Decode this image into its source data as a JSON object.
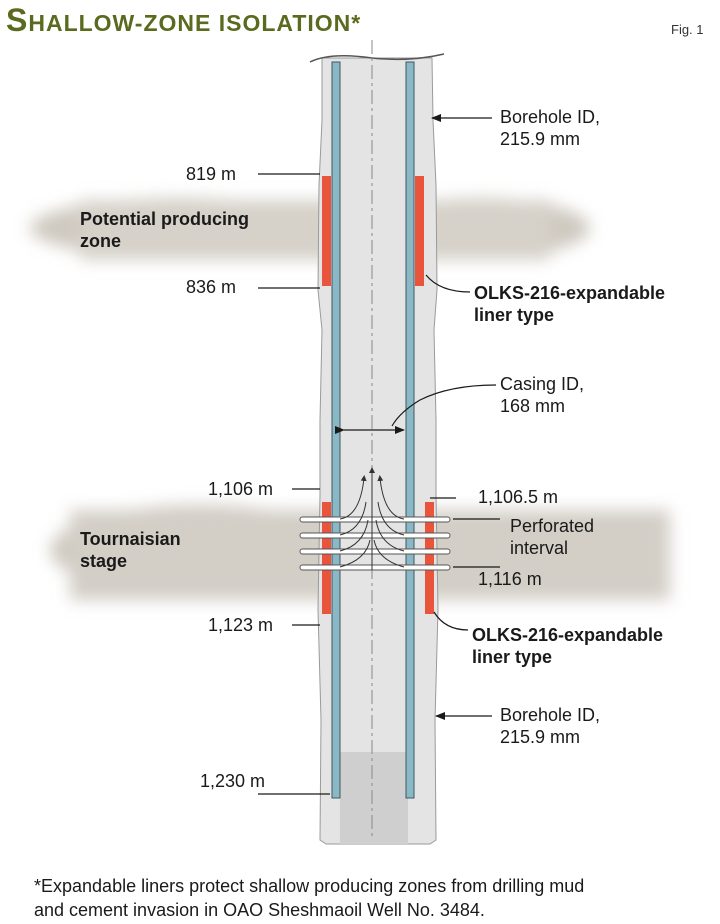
{
  "title": {
    "cap": "S",
    "rest": "HALLOW-ZONE ISOLATION*"
  },
  "figure_label": "Fig. 1",
  "labels": {
    "borehole_top": "Borehole ID,\n215.9 mm",
    "depth_819": "819 m",
    "potential_zone": "Potential producing\nzone",
    "depth_836": "836 m",
    "liner_1": "OLKS-216-expandable\nliner type",
    "casing": "Casing ID,\n168 mm",
    "depth_1106": "1,106 m",
    "depth_1106_5": "1,106.5 m",
    "perforated": "Perforated\ninterval",
    "tournaisian": "Tournaisian\nstage",
    "depth_1116": "1,116 m",
    "depth_1123": "1,123 m",
    "liner_2": "OLKS-216-expandable\nliner type",
    "borehole_bottom": "Borehole ID,\n215.9 mm",
    "depth_1230": "1,230 m"
  },
  "footnote": "*Expandable liners protect shallow producing zones from drilling mud\nand cement invasion in OAO Sheshmaoil Well No. 3484.",
  "colors": {
    "title": "#5a6a1e",
    "borehole_fill": "#e4e4e4",
    "casing_wall": "#8ab8c4",
    "liner": "#e8553c",
    "formation": "#cfc9c0",
    "cement": "#cfcfcf"
  }
}
